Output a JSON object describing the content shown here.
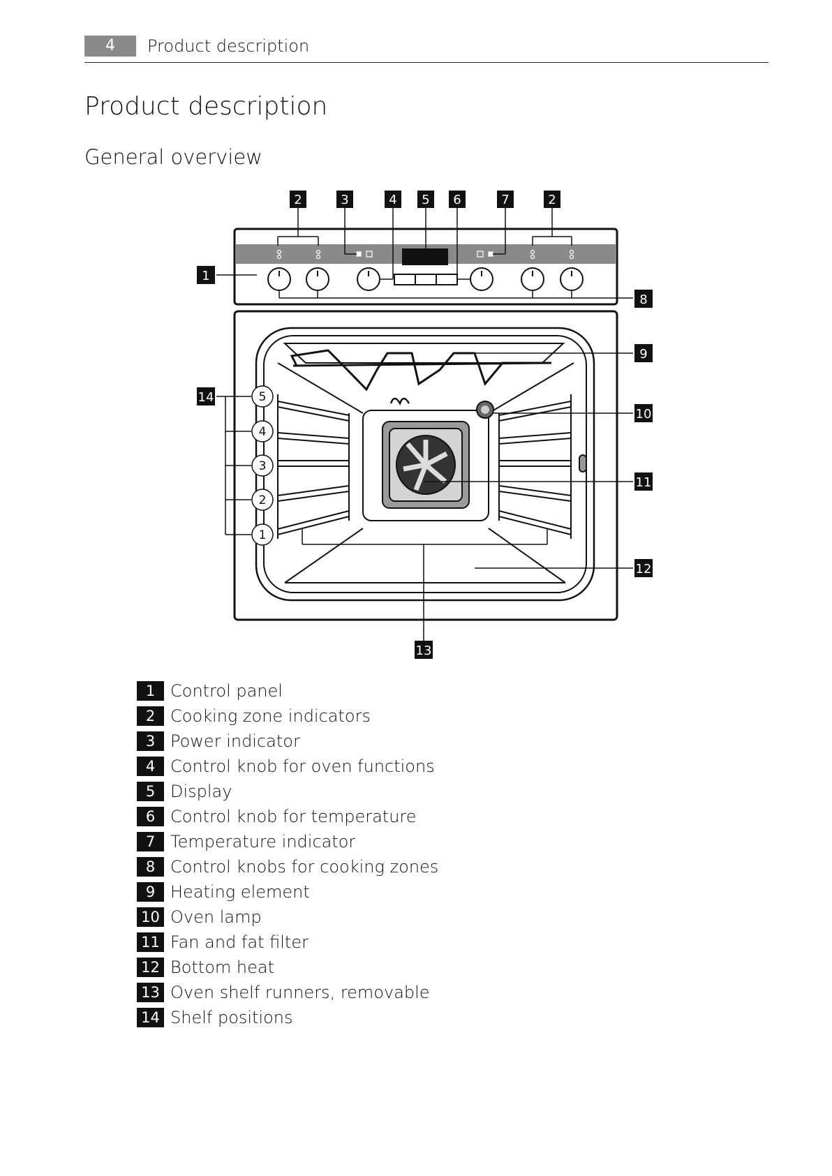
{
  "header": {
    "page_number": "4",
    "running_title": "Product description"
  },
  "page_title": "Product description",
  "section_title": "General overview",
  "diagram": {
    "callouts": [
      "1",
      "2",
      "3",
      "4",
      "5",
      "6",
      "7",
      "2",
      "8",
      "9",
      "10",
      "11",
      "12",
      "13",
      "14"
    ],
    "shelf_positions": [
      "5",
      "4",
      "3",
      "2",
      "1"
    ]
  },
  "legend": [
    {
      "num": "1",
      "label": "Control panel"
    },
    {
      "num": "2",
      "label": "Cooking zone indicators"
    },
    {
      "num": "3",
      "label": "Power indicator"
    },
    {
      "num": "4",
      "label": "Control knob for oven functions"
    },
    {
      "num": "5",
      "label": "Display"
    },
    {
      "num": "6",
      "label": "Control knob for temperature"
    },
    {
      "num": "7",
      "label": "Temperature indicator"
    },
    {
      "num": "8",
      "label": "Control knobs for cooking zones"
    },
    {
      "num": "9",
      "label": "Heating element"
    },
    {
      "num": "10",
      "label": "Oven lamp"
    },
    {
      "num": "11",
      "label": "Fan and fat filter"
    },
    {
      "num": "12",
      "label": "Bottom heat"
    },
    {
      "num": "13",
      "label": "Oven shelf runners, removable"
    },
    {
      "num": "14",
      "label": "Shelf positions"
    }
  ]
}
